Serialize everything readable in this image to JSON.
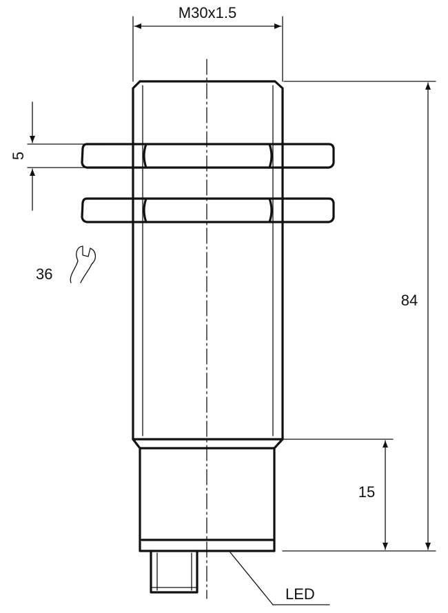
{
  "labels": {
    "thread": "M30x1.5",
    "nut_thickness": "5",
    "wrench_size": "36",
    "overall_length": "84",
    "connector_length": "15",
    "led": "LED"
  },
  "icons": {
    "wrench": "wrench-icon"
  }
}
